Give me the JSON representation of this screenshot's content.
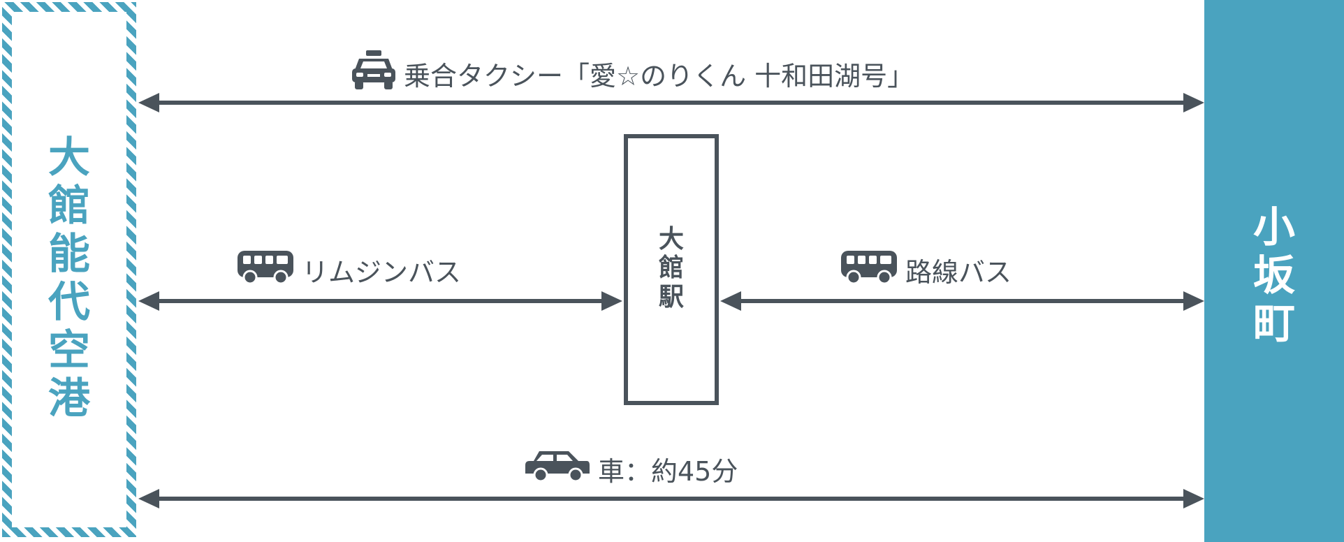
{
  "airport": {
    "name": [
      "大",
      "館",
      "能",
      "代",
      "空",
      "港"
    ],
    "color": "#4aa3bf"
  },
  "town": {
    "name": [
      "小",
      "坂",
      "町"
    ],
    "color": "#4aa3bf"
  },
  "station": {
    "name": [
      "大",
      "館",
      "駅"
    ]
  },
  "routes": {
    "taxi": {
      "label": "乗合タクシー「愛☆のりくん 十和田湖号」",
      "icon": "taxi-icon"
    },
    "limousine": {
      "label": "リムジンバス",
      "icon": "bus-icon"
    },
    "route_bus": {
      "label": "路線バス",
      "icon": "bus-icon"
    },
    "car": {
      "label": "車：約45分",
      "icon": "car-icon"
    }
  },
  "colors": {
    "line": "#4a535b",
    "accent": "#4aa3bf"
  }
}
